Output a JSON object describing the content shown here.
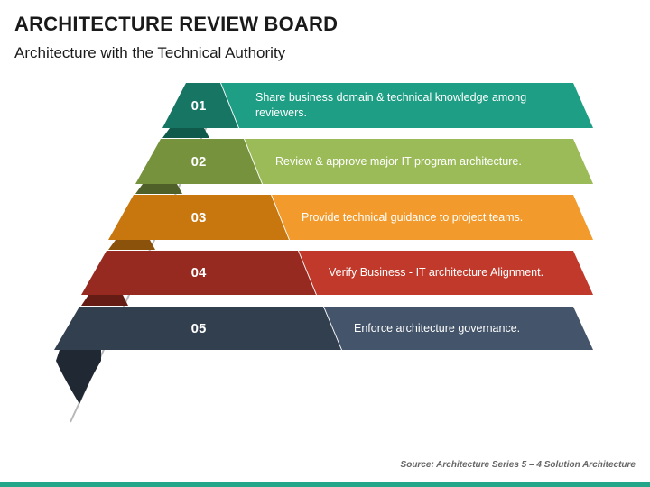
{
  "header": {
    "title": "ARCHITECTURE REVIEW BOARD",
    "subtitle": "Architecture with the Technical Authority"
  },
  "steps": [
    {
      "number": "01",
      "text": "Share business domain & technical knowledge among reviewers.",
      "color": "#1e9e84",
      "dark": "#177563",
      "fold": "#0f5a4b"
    },
    {
      "number": "02",
      "text": "Review & approve major IT program architecture.",
      "color": "#9bbb59",
      "dark": "#76923c",
      "fold": "#4f6128"
    },
    {
      "number": "03",
      "text": "Provide technical guidance to project teams.",
      "color": "#f29b2c",
      "dark": "#c8770f",
      "fold": "#8a520a"
    },
    {
      "number": "04",
      "text": "Verify Business - IT architecture Alignment.",
      "color": "#c0392b",
      "dark": "#962a20",
      "fold": "#651c15"
    },
    {
      "number": "05",
      "text": "Enforce architecture governance.",
      "color": "#44546a",
      "dark": "#323f4f",
      "fold": "#1f2833"
    }
  ],
  "footer": {
    "source": "Source: Architecture Series 5 – 4 Solution Architecture"
  }
}
